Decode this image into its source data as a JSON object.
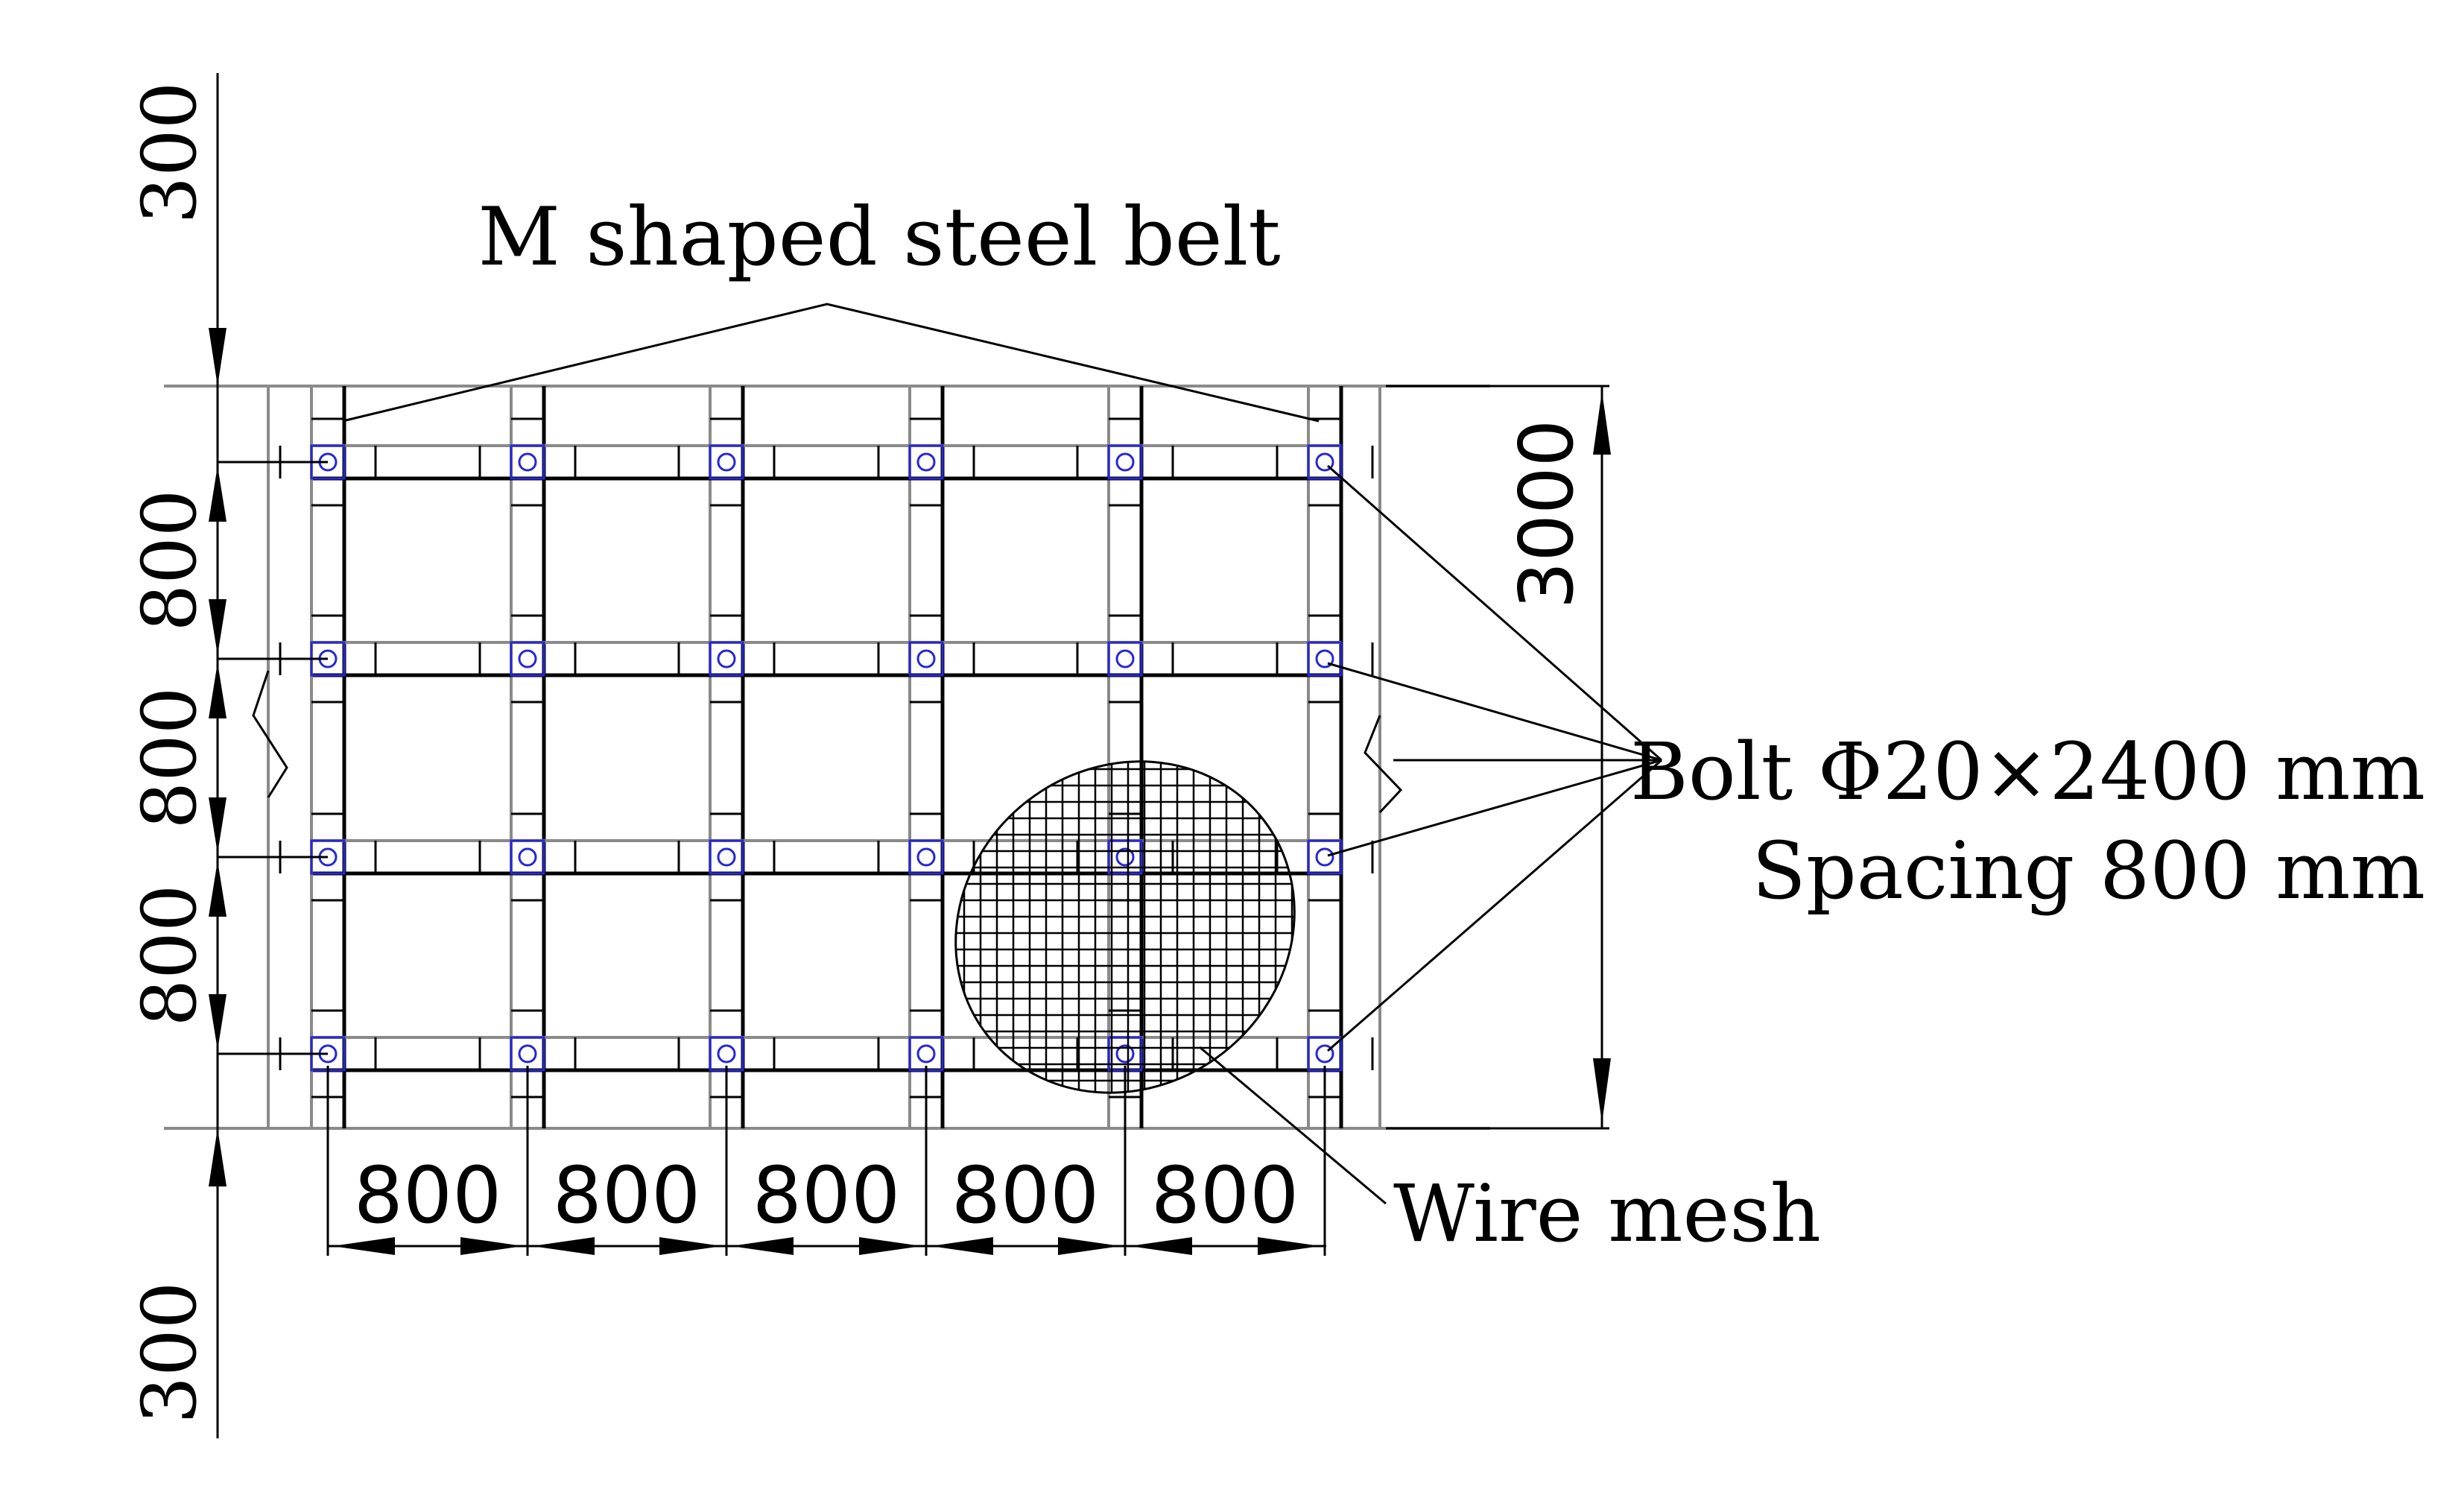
{
  "labels": {
    "steel_belt": "M shaped steel belt",
    "bolt_line1": "Bolt Φ20×2400 mm",
    "bolt_line2": "Spacing 800 mm",
    "wire_mesh": "Wire mesh"
  },
  "dimensions": {
    "top_margin": "300",
    "bottom_margin": "300",
    "height_total": "3000",
    "vertical_spacing": [
      "800",
      "800",
      "800"
    ],
    "horizontal_spacing": [
      "800",
      "800",
      "800",
      "800",
      "800"
    ]
  },
  "colors": {
    "line": "#000000",
    "support_grey": "#8a8a8a",
    "bolt_plate": "#2727d6"
  }
}
